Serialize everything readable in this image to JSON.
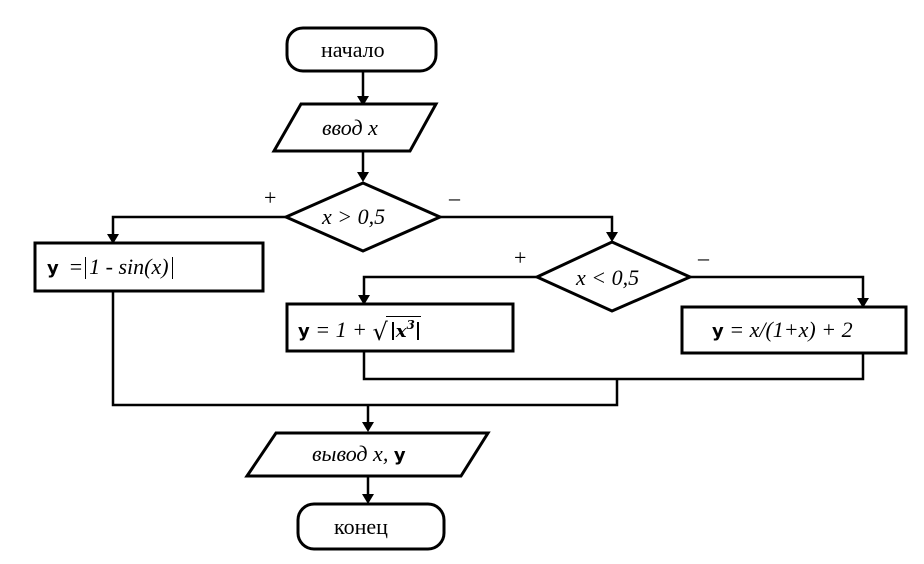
{
  "flowchart": {
    "start": "начало",
    "input": "ввод x",
    "condition1": "x > 0,5",
    "condition1_yes": "+",
    "condition1_no": "–",
    "branch_yes_var": "y",
    "branch_yes_expr": "1 - sin(x)",
    "condition2": "x < 0,5",
    "condition2_yes": "+",
    "condition2_no": "–",
    "branch2_yes_var": "y",
    "branch2_yes_expr": "= 1 +",
    "branch2_yes_radicand": "x",
    "branch2_yes_power": "3",
    "branch2_no_var": "y",
    "branch2_no_expr": "= x/(1+x) + 2",
    "output_prefix": "вывод x,",
    "output_var": "y",
    "end": "конец"
  }
}
